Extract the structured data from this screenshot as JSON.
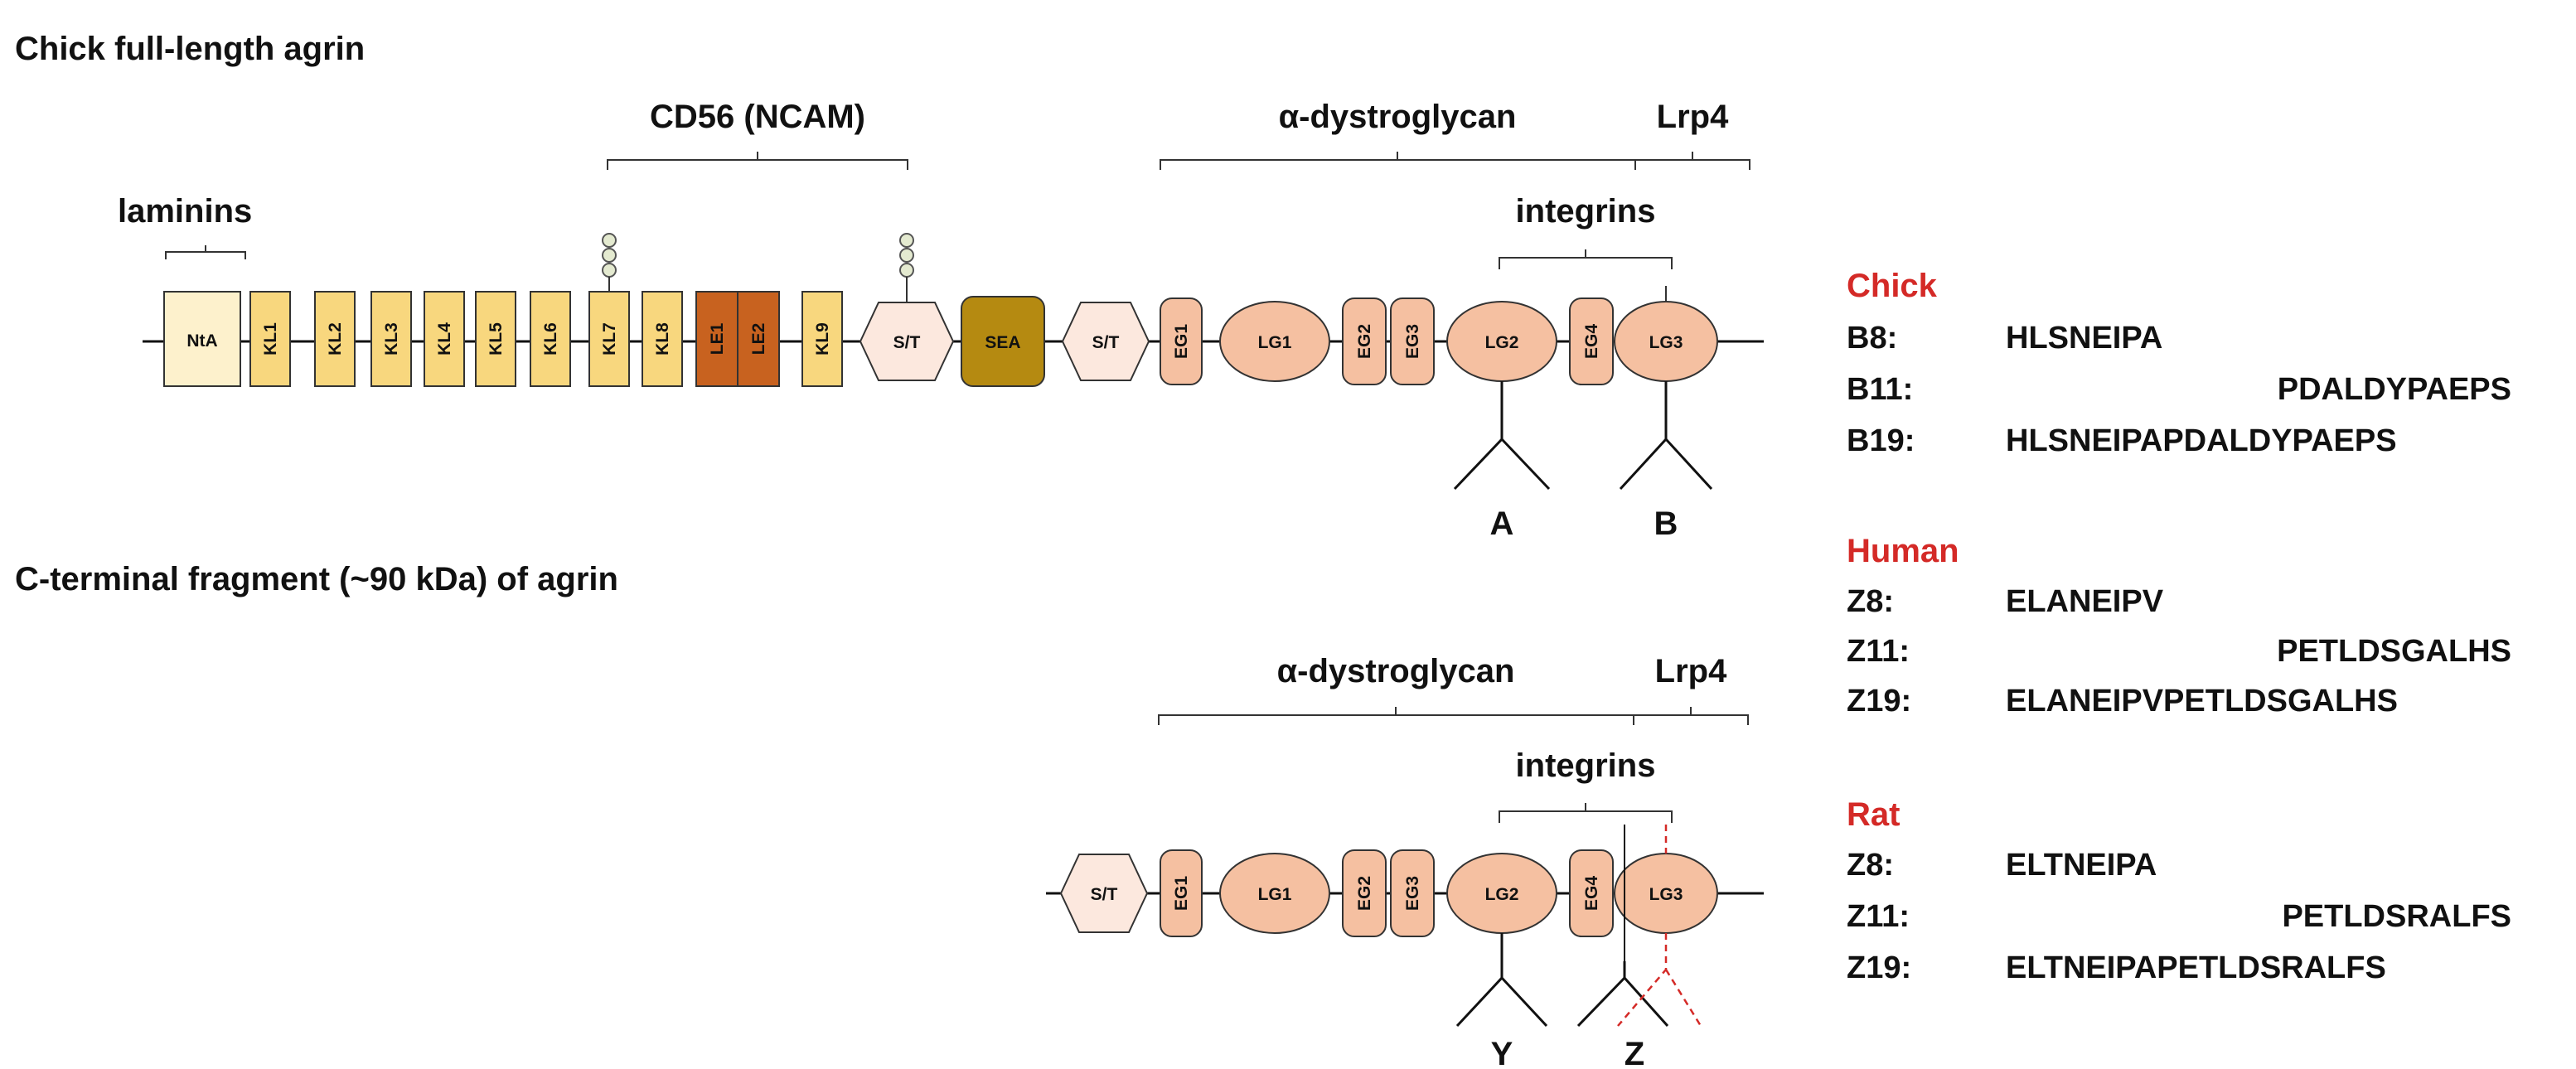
{
  "headers": {
    "full": "Chick full-length agrin",
    "fragment": "C-terminal fragment (~90 kDa) of agrin"
  },
  "binding": {
    "laminins": "laminins",
    "ncam": "CD56 (NCAM)",
    "dystroglycan": "α-dystroglycan",
    "lrp4": "Lrp4",
    "integrins": "integrins"
  },
  "domains": {
    "nta": "NtA",
    "kl1": "KL1",
    "kl2": "KL2",
    "kl3": "KL3",
    "kl4": "KL4",
    "kl5": "KL5",
    "kl6": "KL6",
    "kl7": "KL7",
    "kl8": "KL8",
    "kl9": "KL9",
    "le1": "LE1",
    "le2": "LE2",
    "st": "S/T",
    "sea": "SEA",
    "eg1": "EG1",
    "eg2": "EG2",
    "eg3": "EG3",
    "eg4": "EG4",
    "lg1": "LG1",
    "lg2": "LG2",
    "lg3": "LG3"
  },
  "sites": {
    "a": "A",
    "b": "B",
    "y": "Y",
    "z": "Z"
  },
  "species": [
    {
      "name": "Chick",
      "entries": [
        {
          "label": "B8:",
          "seq": "HLSNEIPA"
        },
        {
          "label": "B11:",
          "seq": "PDALDYPAEPS"
        },
        {
          "label": "B19:",
          "seq": "HLSNEIPAPDALDYPAEPS"
        }
      ]
    },
    {
      "name": "Human",
      "entries": [
        {
          "label": "Z8:",
          "seq": "ELANEIPV"
        },
        {
          "label": "Z11:",
          "seq": "PETLDSGALHS"
        },
        {
          "label": "Z19:",
          "seq": "ELANEIPVPETLDSGALHS"
        }
      ]
    },
    {
      "name": "Rat",
      "entries": [
        {
          "label": "Z8:",
          "seq": "ELTNEIPA"
        },
        {
          "label": "Z11:",
          "seq": "PETLDSRALFS"
        },
        {
          "label": "Z19:",
          "seq": "ELTNEIPAPETLDSRALFS"
        }
      ]
    }
  ],
  "colors": {
    "nta": "#fdf1cc",
    "kl": "#f8d77e",
    "le": "#c8621f",
    "st": "#fce8de",
    "sea": "#b58a11",
    "lgeg": "#f5c0a1",
    "species": "#d42a27",
    "cut": "#d42a27",
    "glyco": "#e4ead0"
  },
  "icons": [
    "glycosylation-chain-icon",
    "cleavage-fork-icon",
    "bracket-icon"
  ]
}
